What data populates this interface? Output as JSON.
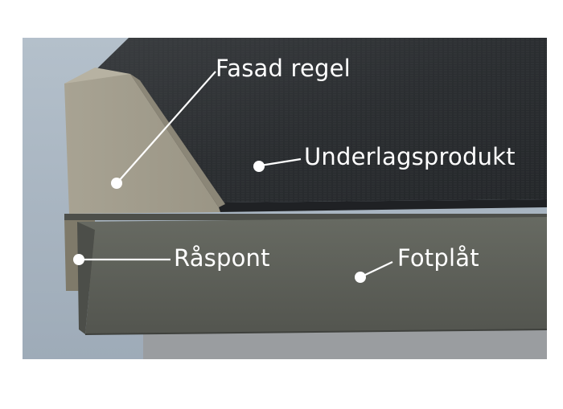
{
  "labels": {
    "fasad_regel": "Fasad regel",
    "underlagsprodukt": "Underlagsprodukt",
    "raspont": "Råspont",
    "fotplat": "Fotplåt"
  },
  "colors": {
    "background": "#ffffff",
    "sky": "#a9b6c2",
    "underlay": "#2e3134",
    "fascia_board": "#a39e8e",
    "raspont": "#7f7a6a",
    "fotplat": "#5c5e57",
    "wall": "#9da0a2",
    "label_text": "#ffffff",
    "pointer_line": "#ffffff"
  }
}
